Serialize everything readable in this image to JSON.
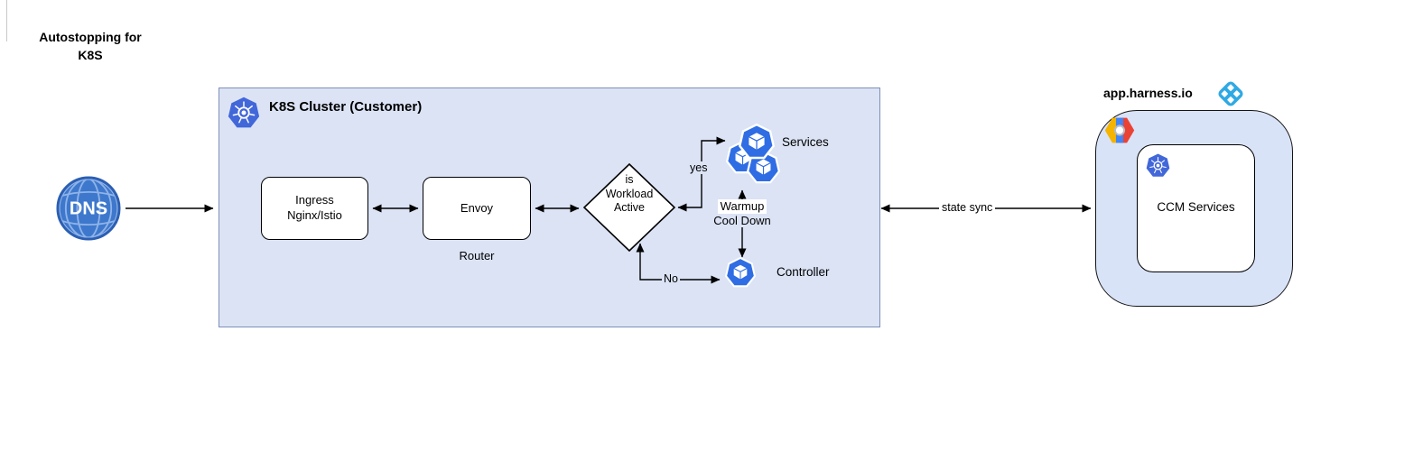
{
  "title": {
    "line1": "Autostopping for",
    "line2": "K8S"
  },
  "nodes": {
    "dns": {
      "label": "DNS"
    },
    "cluster": {
      "title": "K8S Cluster (Customer)"
    },
    "ingress": {
      "line1": "Ingress",
      "line2": "Nginx/Istio"
    },
    "envoy": {
      "label": "Envoy",
      "caption": "Router"
    },
    "decision": {
      "line1": "is",
      "line2": "Workload",
      "line3": "Active"
    },
    "services": {
      "label": "Services"
    },
    "controller": {
      "label": "Controller"
    },
    "harness": {
      "label": "app.harness.io"
    },
    "ccm": {
      "label": "CCM Services"
    }
  },
  "edges": {
    "yes_label": "yes",
    "no_label": "No",
    "warmup_line1": "Warmup",
    "warmup_line2": "Cool Down",
    "state_sync_label": "state sync"
  },
  "icons": {
    "kubernetes": "blue heptagon with white helm wheel",
    "workload_cube": "blue heptagon with white 3D cube",
    "dns_globe": "blue globe with DNS text",
    "gcp_logo": "Google Cloud Platform hexagon",
    "harness_logo": "light blue rounded diamond with four white diamonds"
  },
  "colors": {
    "cluster_fill": "#dbe3f5",
    "cluster_border": "#7e8fb7",
    "harness_fill": "#d9e3f8",
    "icon_blue": "#2f6de4",
    "k8s_blue": "#4167d9",
    "dns_blue": "#3e78cd",
    "harness_blue": "#2fa9e3",
    "arrow": "#000000"
  }
}
